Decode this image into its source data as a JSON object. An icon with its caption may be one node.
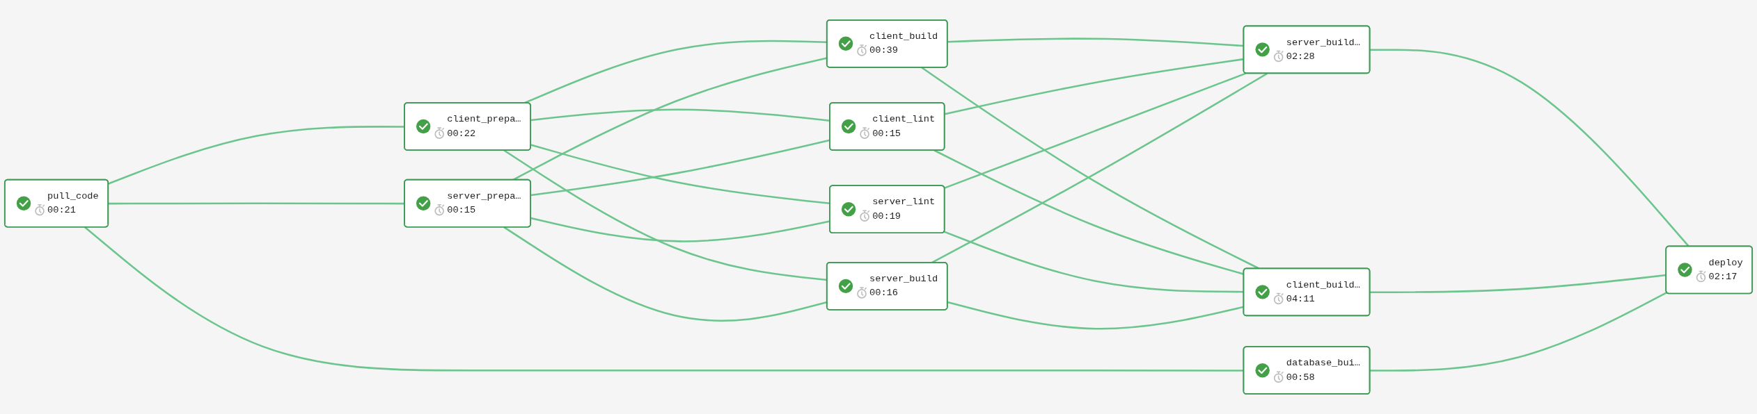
{
  "diagram": {
    "nodes": [
      {
        "text": [
          "pull_code",
          "00:21"
        ]
      },
      {
        "text": [
          "client_prepa…",
          "00:22"
        ]
      },
      {
        "text": [
          "server_prepa…",
          "00:15"
        ]
      },
      {
        "text": [
          "database_bui…",
          "00:58"
        ]
      },
      {
        "text": [
          "client_build",
          "00:39"
        ]
      },
      {
        "text": [
          "client_lint",
          "00:15"
        ]
      },
      {
        "text": [
          "server_lint",
          "00:19"
        ]
      },
      {
        "text": [
          "server_build",
          "00:16"
        ]
      },
      {
        "text": [
          "server_build…",
          "02:28"
        ]
      },
      {
        "text": [
          "client_build…",
          "04:11"
        ]
      },
      {
        "text": [
          "deploy",
          "02:17"
        ]
      }
    ],
    "edges": [
      {
        "from": 0,
        "to": 1,
        "arrow": "none"
      },
      {
        "from": 0,
        "to": 2,
        "arrow": "none"
      },
      {
        "from": 0,
        "to": 3,
        "arrow": "none"
      },
      {
        "from": 1,
        "to": 4,
        "arrow": "none"
      },
      {
        "from": 1,
        "to": 5,
        "arrow": "none"
      },
      {
        "from": 1,
        "to": 6,
        "arrow": "none"
      },
      {
        "from": 1,
        "to": 7,
        "arrow": "none"
      },
      {
        "from": 2,
        "to": 4,
        "arrow": "none"
      },
      {
        "from": 2,
        "to": 5,
        "arrow": "none"
      },
      {
        "from": 2,
        "to": 6,
        "arrow": "none"
      },
      {
        "from": 2,
        "to": 7,
        "arrow": "none"
      },
      {
        "from": 4,
        "to": 8,
        "arrow": "none"
      },
      {
        "from": 4,
        "to": 9,
        "arrow": "none"
      },
      {
        "from": 5,
        "to": 8,
        "arrow": "none"
      },
      {
        "from": 5,
        "to": 9,
        "arrow": "none"
      },
      {
        "from": 6,
        "to": 8,
        "arrow": "none"
      },
      {
        "from": 6,
        "to": 9,
        "arrow": "none"
      },
      {
        "from": 7,
        "to": 8,
        "arrow": "none"
      },
      {
        "from": 7,
        "to": 9,
        "arrow": "none"
      },
      {
        "from": 8,
        "to": 10,
        "arrow": "none"
      },
      {
        "from": 9,
        "to": 10,
        "arrow": "none"
      },
      {
        "from": 3,
        "to": 10,
        "arrow": "none"
      }
    ]
  }
}
